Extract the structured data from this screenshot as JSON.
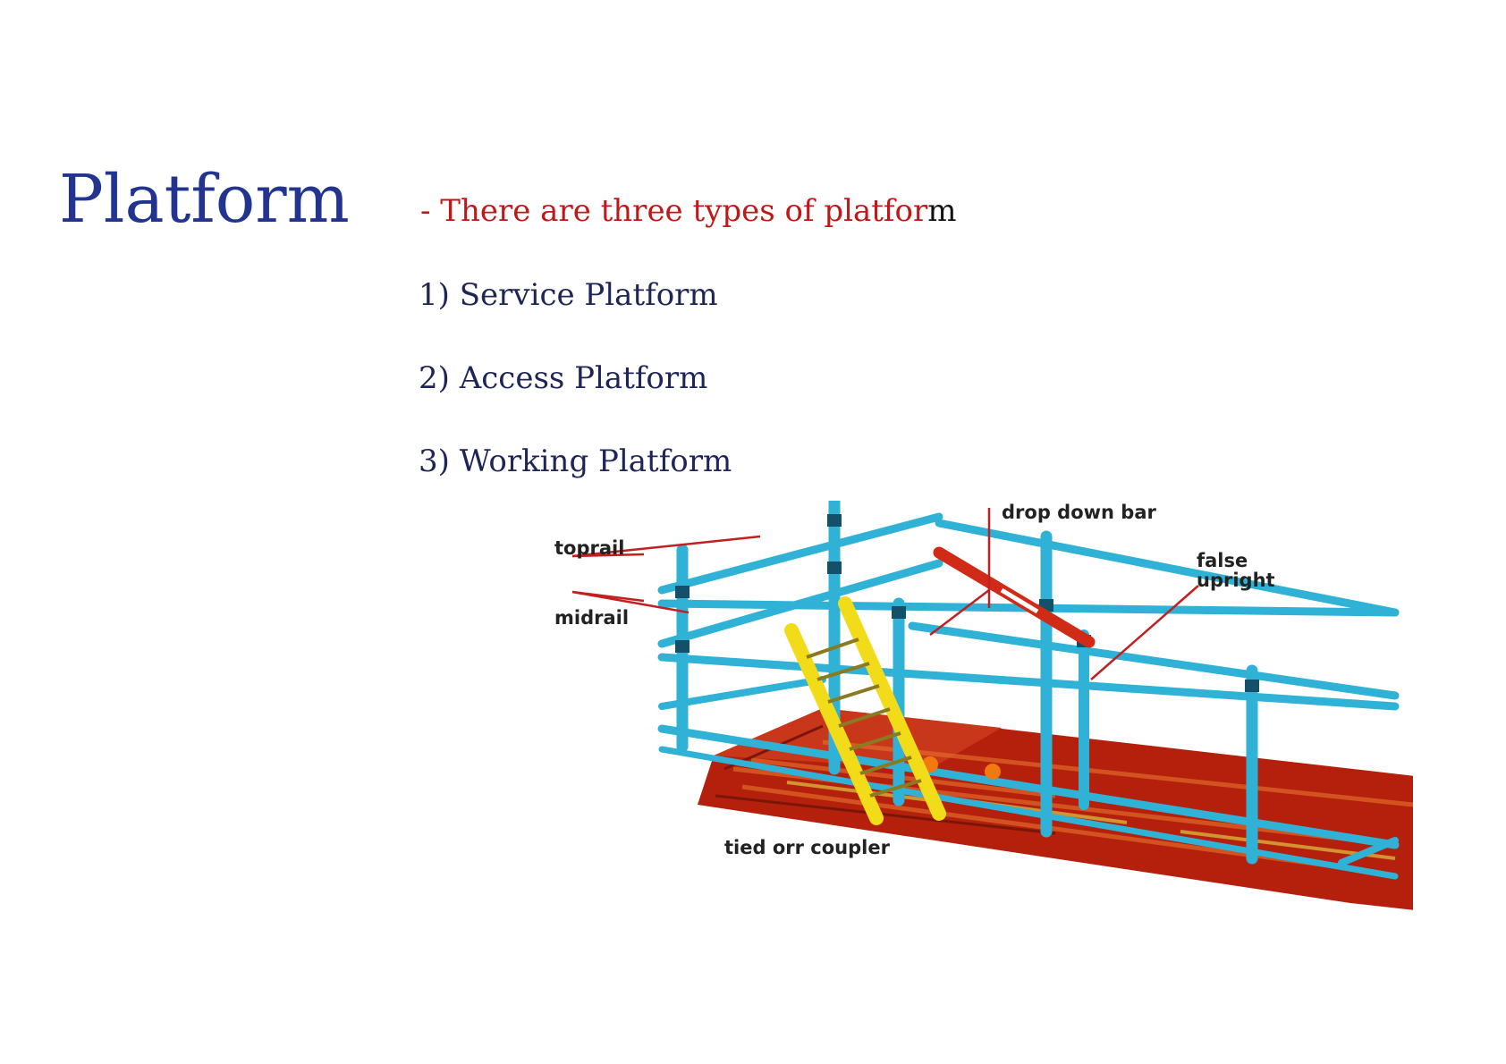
{
  "slide": {
    "title": "Platform",
    "intro": {
      "prefix": "- There are three types of platfor",
      "suffix": "m"
    },
    "types": [
      "1) Service Platform",
      "2) Access Platform",
      "3) Working Platform"
    ]
  },
  "figure": {
    "labels": {
      "toprail": "toprail",
      "midrail": "midrail",
      "drop_down_bar": "drop down bar",
      "false_upright_1": "false",
      "false_upright_2": "upright",
      "tied_coupler": "tied orr coupler"
    },
    "colors": {
      "tube": "#2fb2d6",
      "board": "#b4200c",
      "ladder": "#f2dc1a",
      "leader": "#c02020"
    }
  }
}
